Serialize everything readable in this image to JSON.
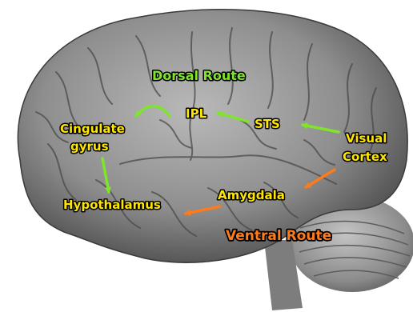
{
  "labels": {
    "dorsal_route": "Dorsal Route",
    "ventral_route": "Ventral Route",
    "ipl": "IPL",
    "sts": "STS",
    "cingulate_line1": "Cingulate",
    "cingulate_line2": "gyrus",
    "visual_line1": "Visual",
    "visual_line2": "Cortex",
    "amygdala": "Amygdala",
    "hypothalamus": "Hypothalamus"
  },
  "colors": {
    "region_label": "#ffe600",
    "dorsal_route": "#7ee52a",
    "ventral_route": "#ff7a1a",
    "brain": "#8f8f8f",
    "cerebellum": "#9a9a9a"
  }
}
